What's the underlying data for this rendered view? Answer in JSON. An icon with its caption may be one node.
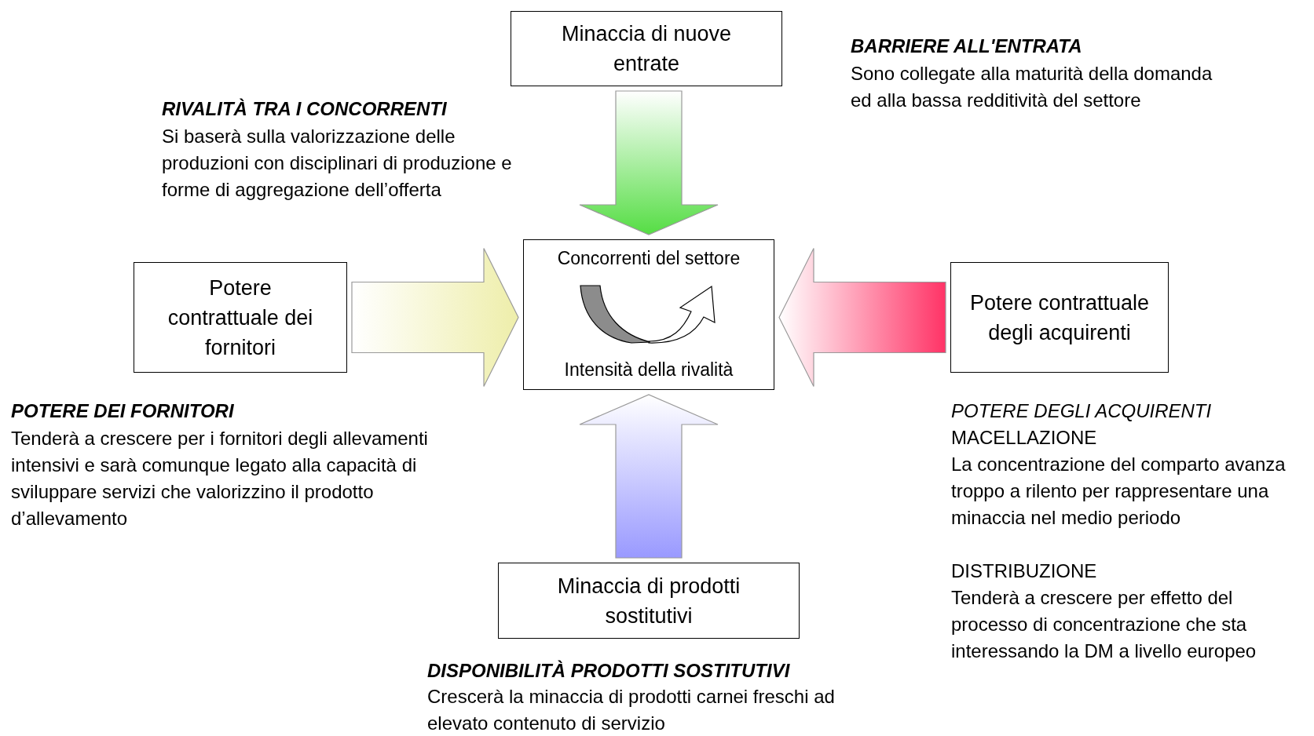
{
  "diagram": {
    "nodes": [
      {
        "text": [
          "Minaccia di nuove entrate"
        ]
      },
      {
        "text": [
          "Potere contrattuale dei fornitori"
        ]
      },
      {
        "text": [
          "Concorrenti del settore",
          "Intensità della rivalità"
        ]
      },
      {
        "text": [
          "Potere contrattuale degli acquirenti"
        ]
      },
      {
        "text": [
          "Minaccia di prodotti sostitutivi"
        ]
      }
    ],
    "edges": [
      {
        "from": 0,
        "to": 2,
        "arrow": "to",
        "color": "#55dd44"
      },
      {
        "from": 1,
        "to": 2,
        "arrow": "to",
        "color": "#eeeeaa"
      },
      {
        "from": 3,
        "to": 2,
        "arrow": "to",
        "color": "#ff3366"
      },
      {
        "from": 4,
        "to": 2,
        "arrow": "to",
        "color": "#9999ff"
      }
    ],
    "labels": [
      "RIVALITÀ TRA I CONCORRENTI",
      "Si baserà sulla valorizzazione delle produzioni con disciplinari di produzione e forme di aggregazione dell’offerta",
      "BARRIERE ALL'ENTRATA",
      "Sono collegate alla maturità della domanda ed alla bassa redditività del settore",
      "POTERE DEI FORNITORI",
      "Tenderà a crescere per i fornitori degli allevamenti intensivi e sarà comunque legato alla capacità di sviluppare servizi che valorizzino il prodotto d’allevamento",
      "POTERE DEGLI ACQUIRENTI",
      "MACELLAZIONE",
      "La concentrazione del comparto avanza troppo a rilento per rappresentare una minaccia nel medio periodo",
      "DISTRIBUZIONE",
      "Tenderà a crescere per effetto del processo di concentrazione che sta interessando la DM a livello europeo",
      "DISPONIBILITÀ PRODOTTI SOSTITUTIVI",
      "Crescerà la minaccia di prodotti carnei freschi ad elevato contenuto di servizio"
    ]
  }
}
